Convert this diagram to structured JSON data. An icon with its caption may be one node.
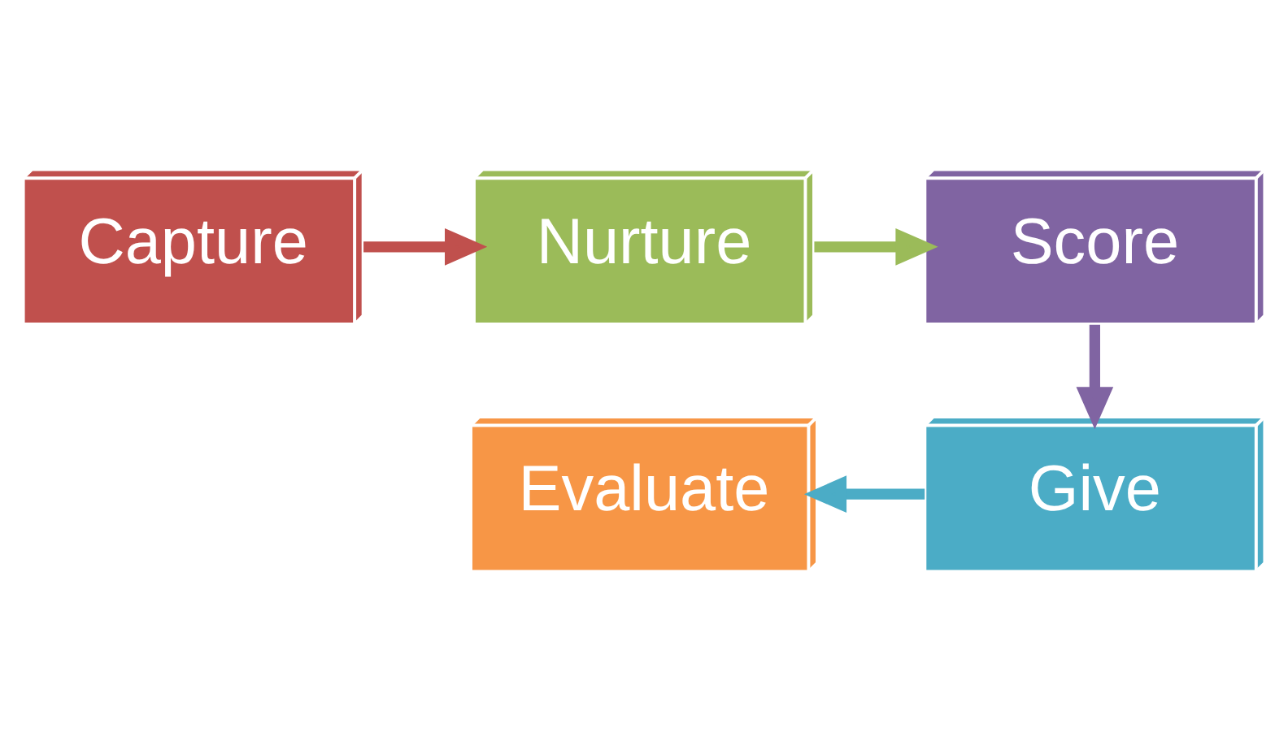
{
  "diagram": {
    "nodes": [
      {
        "text": [
          "Capture"
        ]
      },
      {
        "text": [
          "Nurture"
        ]
      },
      {
        "text": [
          "Score"
        ]
      },
      {
        "text": [
          "Evaluate"
        ]
      },
      {
        "text": [
          "Give"
        ]
      }
    ],
    "edges": [
      {
        "from": 0,
        "to": 1,
        "arrow": "to",
        "color": "#c0504d"
      },
      {
        "from": 1,
        "to": 2,
        "arrow": "to",
        "color": "#9bbb59"
      },
      {
        "from": 2,
        "to": 4,
        "arrow": "to",
        "color": "#8064a2"
      },
      {
        "from": 4,
        "to": 3,
        "arrow": "to",
        "color": "#4bacc6"
      }
    ]
  }
}
